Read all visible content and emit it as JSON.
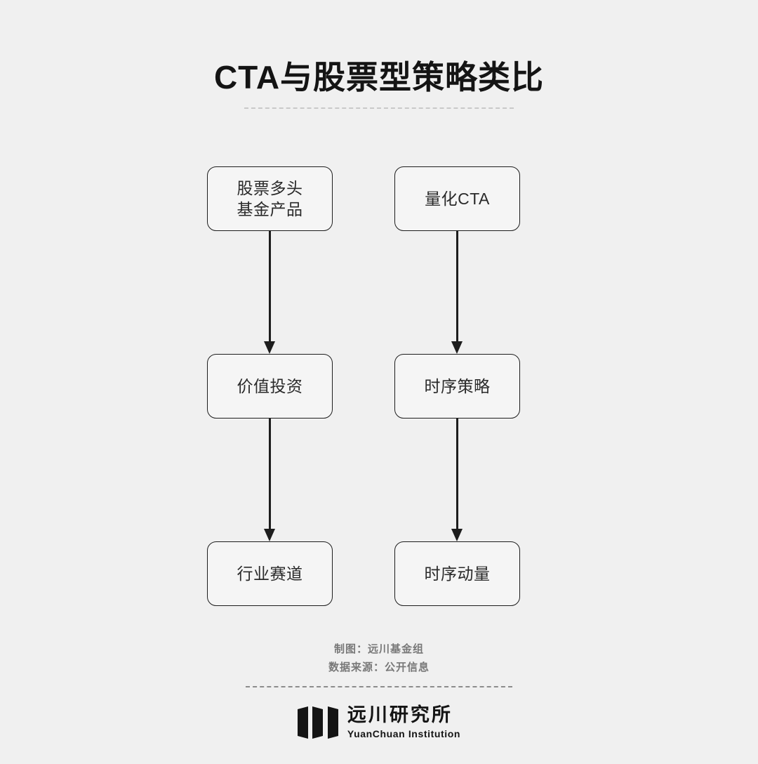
{
  "page": {
    "background_color": "#f0f0f0",
    "title": "CTA与股票型策略类比"
  },
  "diagram": {
    "type": "flowchart",
    "orientation": "vertical",
    "columns": [
      {
        "name": "equity-long-column",
        "nodes": [
          {
            "id": "equity-fund-product",
            "label": "股票多头\n基金产品"
          },
          {
            "id": "value-investing",
            "label": "价值投资"
          },
          {
            "id": "industry-track",
            "label": "行业赛道"
          }
        ],
        "connectors": [
          {
            "from": "equity-fund-product",
            "to": "value-investing",
            "arrow": "down"
          },
          {
            "from": "value-investing",
            "to": "industry-track",
            "arrow": "down"
          }
        ]
      },
      {
        "name": "cta-column",
        "nodes": [
          {
            "id": "quant-cta",
            "label": "量化CTA"
          },
          {
            "id": "time-series-strategy",
            "label": "时序策略"
          },
          {
            "id": "time-series-momentum",
            "label": "时序动量"
          }
        ],
        "connectors": [
          {
            "from": "quant-cta",
            "to": "time-series-strategy",
            "arrow": "down"
          },
          {
            "from": "time-series-strategy",
            "to": "time-series-momentum",
            "arrow": "down"
          }
        ]
      }
    ],
    "node_style": {
      "fill": "#f5f5f5",
      "border_color": "#1d1d1d",
      "text_color": "#2a2a2a"
    }
  },
  "footer": {
    "credit": "制图：远川基金组",
    "source": "数据来源：公开信息"
  },
  "logo": {
    "name_cn": "远川研究所",
    "name_en": "YuanChuan Institution",
    "mark_color": "#141414"
  }
}
